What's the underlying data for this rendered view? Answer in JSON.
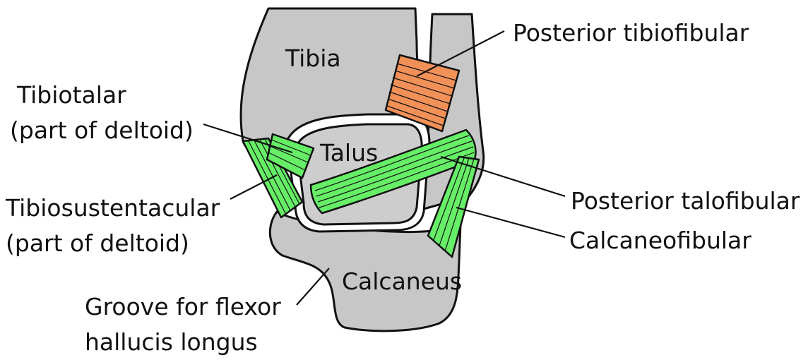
{
  "colors": {
    "bone": "#c7c7c7",
    "ligament_green": "#66ee66",
    "ligament_orange": "#f29157",
    "outline": "#111111",
    "background": "#ffffff"
  },
  "bones": {
    "tibia": "Tibia",
    "talus": "Talus",
    "calcaneus": "Calcaneus"
  },
  "labels": {
    "posterior_tibiofibular": "Posterior tibiofibular",
    "tibiotalar_line1": "Tibiotalar",
    "tibiotalar_line2": "(part of deltoid)",
    "tibiosustentacular_line1": "Tibiosustentacular",
    "tibiosustentacular_line2": "(part of deltoid)",
    "posterior_talofibular": "Posterior talofibular",
    "calcaneofibular": "Calcaneofibular",
    "groove_line1": "Groove for flexor",
    "groove_line2": "hallucis longus"
  }
}
